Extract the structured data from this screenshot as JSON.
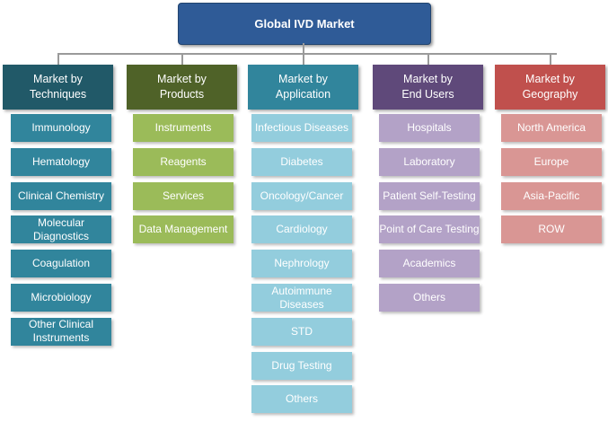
{
  "title": "Global IVD Market",
  "columns": [
    {
      "header": "Market by\nTechniques",
      "header_color": "#215968",
      "item_color": "#31859c",
      "items": [
        "Immunology",
        "Hematology",
        "Clinical Chemistry",
        "Molecular Diagnostics",
        "Coagulation",
        "Microbiology",
        "Other Clinical Instruments"
      ]
    },
    {
      "header": "Market by\nProducts",
      "header_color": "#4f6228",
      "item_color": "#9bbb59",
      "items": [
        "Instruments",
        "Reagents",
        "Services",
        "Data Management"
      ]
    },
    {
      "header": "Market by\nApplication",
      "header_color": "#31859c",
      "item_color": "#93cddd",
      "items": [
        "Infectious Diseases",
        "Diabetes",
        "Oncology/Cancer",
        "Cardiology",
        "Nephrology",
        "Autoimmune Diseases",
        "STD",
        "Drug Testing",
        "Others"
      ]
    },
    {
      "header": "Market by\nEnd Users",
      "header_color": "#5f497a",
      "item_color": "#b3a2c7",
      "items": [
        "Hospitals",
        "Laboratory",
        "Patient Self-Testing",
        "Point of Care Testing",
        "Academics",
        "Others"
      ]
    },
    {
      "header": "Market by\nGeography",
      "header_color": "#c0504d",
      "item_color": "#d99694",
      "items": [
        "North America",
        "Europe",
        "Asia-Pacific",
        "ROW"
      ]
    }
  ]
}
